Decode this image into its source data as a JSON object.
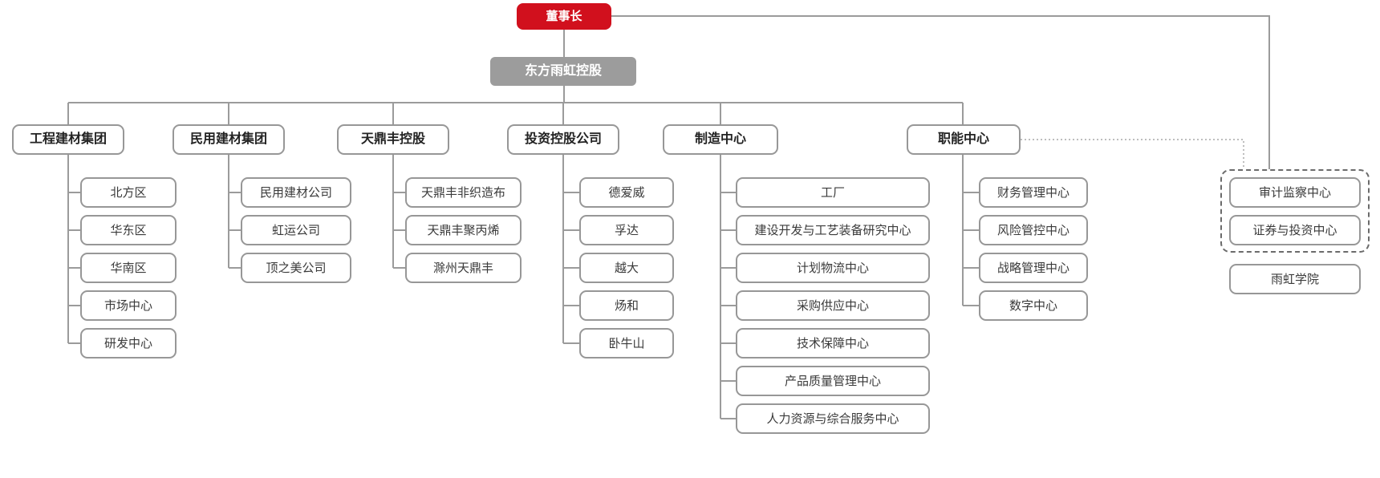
{
  "root": {
    "label": "董事长"
  },
  "holding": {
    "label": "东方雨虹控股"
  },
  "groups": [
    {
      "label": "工程建材集团",
      "children": [
        "北方区",
        "华东区",
        "华南区",
        "市场中心",
        "研发中心"
      ]
    },
    {
      "label": "民用建材集团",
      "children": [
        "民用建材公司",
        "虹运公司",
        "顶之美公司"
      ]
    },
    {
      "label": "天鼎丰控股",
      "children": [
        "天鼎丰非织造布",
        "天鼎丰聚丙烯",
        "滁州天鼎丰"
      ]
    },
    {
      "label": "投资控股公司",
      "children": [
        "德爱威",
        "孚达",
        "越大",
        "炀和",
        "卧牛山"
      ]
    },
    {
      "label": "制造中心",
      "children": [
        "工厂",
        "建设开发与工艺装备研究中心",
        "计划物流中心",
        "采购供应中心",
        "技术保障中心",
        "产品质量管理中心",
        "人力资源与综合服务中心"
      ]
    },
    {
      "label": "职能中心",
      "children": [
        "财务管理中心",
        "风险管控中心",
        "战略管理中心",
        "数字中心"
      ]
    }
  ],
  "board_group": {
    "children": [
      "审计监察中心",
      "证券与投资中心"
    ]
  },
  "standalone": {
    "label": "雨虹学院"
  },
  "colors": {
    "chairman_bg": "#d1101d",
    "holding_bg": "#9c9c9c",
    "node_border": "#979797",
    "line": "#9b9b9b",
    "dashed_border": "#6b6b6b",
    "text": "#3a3a3a"
  }
}
